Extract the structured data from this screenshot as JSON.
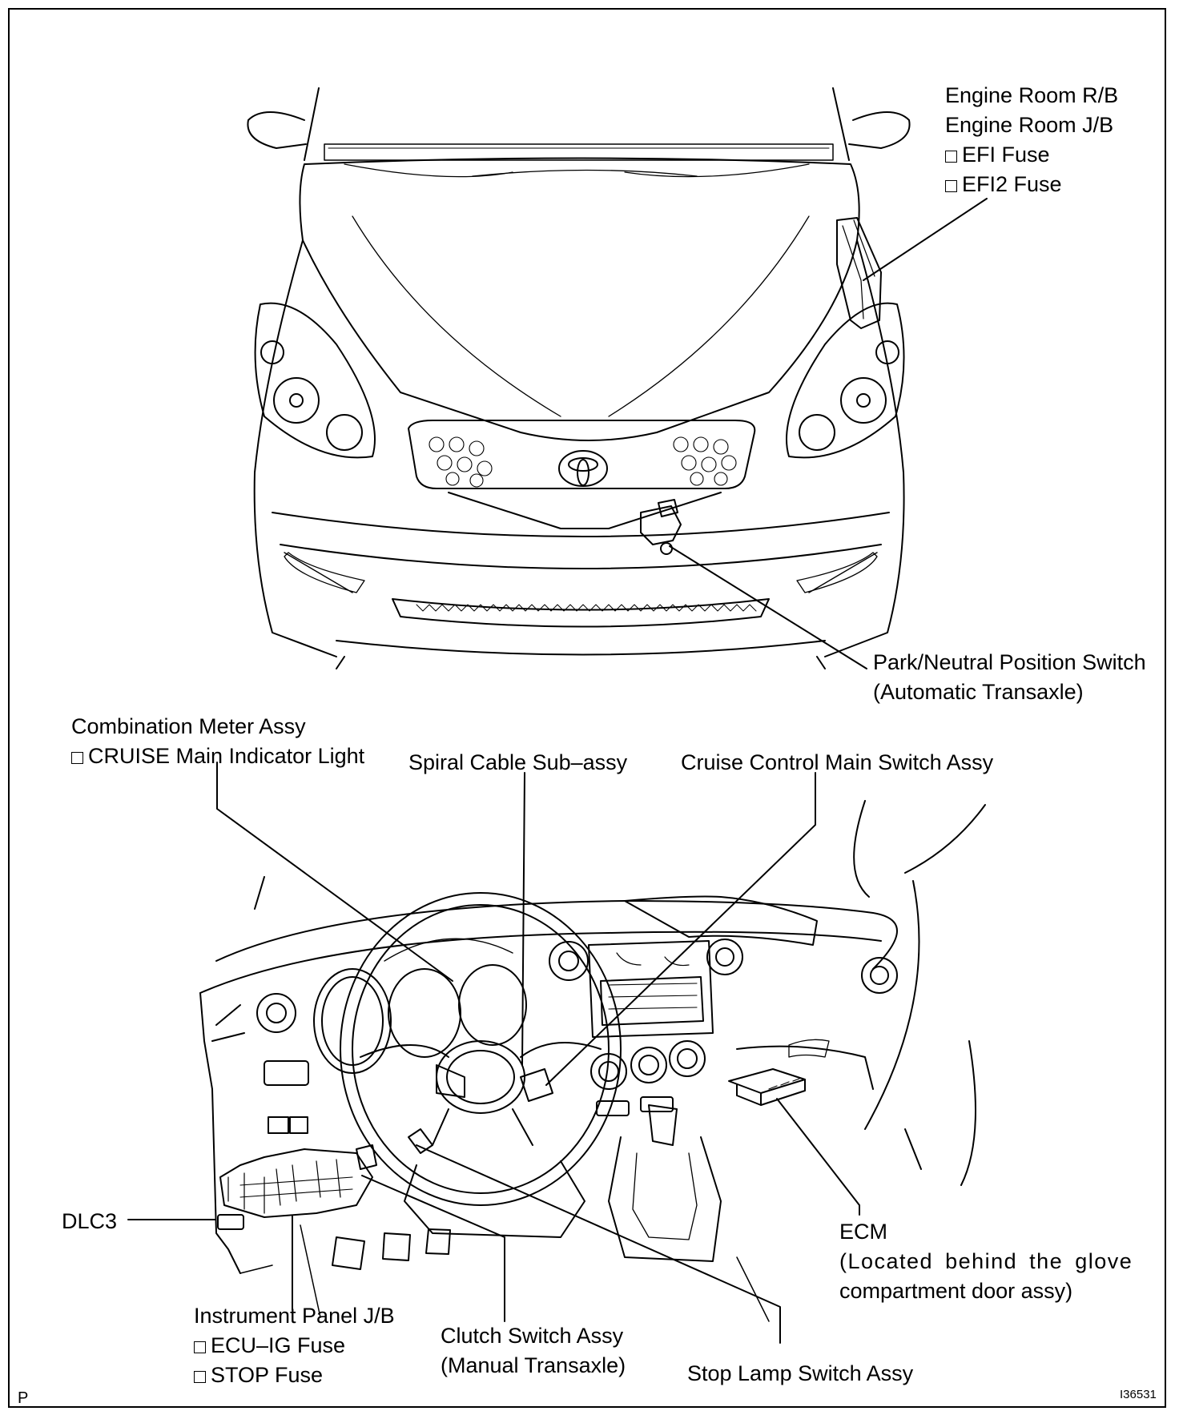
{
  "labels": {
    "engine_room": {
      "line1": "Engine Room R/B",
      "line2": "Engine Room J/B",
      "fuse1": "EFI Fuse",
      "fuse2": "EFI2 Fuse"
    },
    "park_neutral": {
      "line1": "Park/Neutral Position Switch",
      "line2": "(Automatic Transaxle)"
    },
    "combination_meter": {
      "line1": "Combination Meter Assy",
      "item": "CRUISE Main Indicator Light"
    },
    "spiral_cable": "Spiral Cable Sub–assy",
    "cruise_switch": "Cruise Control Main Switch Assy",
    "dlc3": "DLC3",
    "ecm": {
      "line1": "ECM",
      "line2": "(Located behind the glove",
      "line3": "compartment door assy)"
    },
    "instrument_panel": {
      "line1": "Instrument Panel J/B",
      "fuse1": "ECU–IG Fuse",
      "fuse2": "STOP Fuse"
    },
    "clutch_switch": {
      "line1": "Clutch Switch Assy",
      "line2": "(Manual Transaxle)"
    },
    "stop_lamp": "Stop Lamp Switch Assy"
  },
  "footer": {
    "corner_letter": "P",
    "figure_code": "I36531"
  }
}
